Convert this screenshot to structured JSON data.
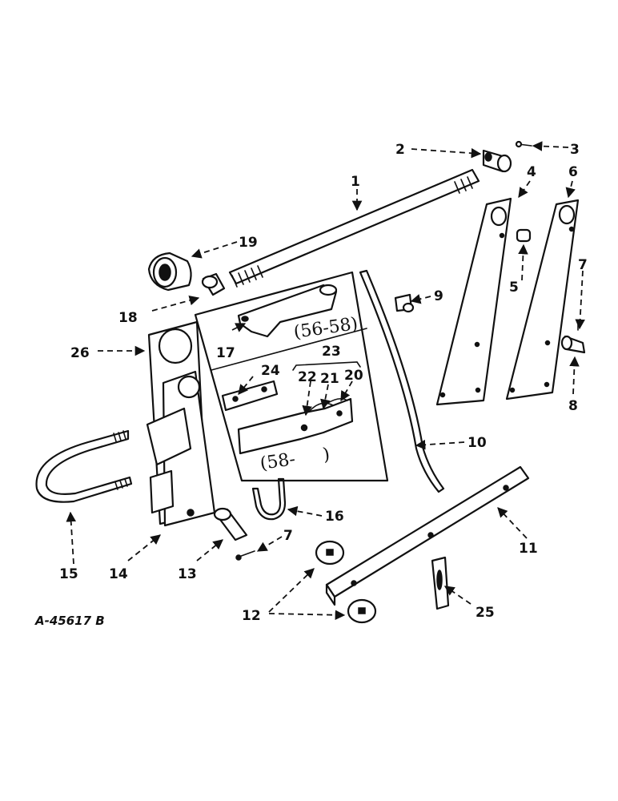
{
  "callouts": {
    "c1": "1",
    "c2": "2",
    "c3": "3",
    "c4": "4",
    "c5": "5",
    "c6": "6",
    "c7a": "7",
    "c7b": "7",
    "c8": "8",
    "c9": "9",
    "c10": "10",
    "c11": "11",
    "c12": "12",
    "c13": "13",
    "c14": "14",
    "c15": "15",
    "c16": "16",
    "c17": "17",
    "c18": "18",
    "c19": "19",
    "c20": "20",
    "c21": "21",
    "c22": "22",
    "c23": "23",
    "c24": "24",
    "c25": "25",
    "c26": "26"
  },
  "notes": {
    "years_upper": "(56-58)",
    "years_lower": "(58-     )"
  },
  "drawing_number": "A-45617 B"
}
